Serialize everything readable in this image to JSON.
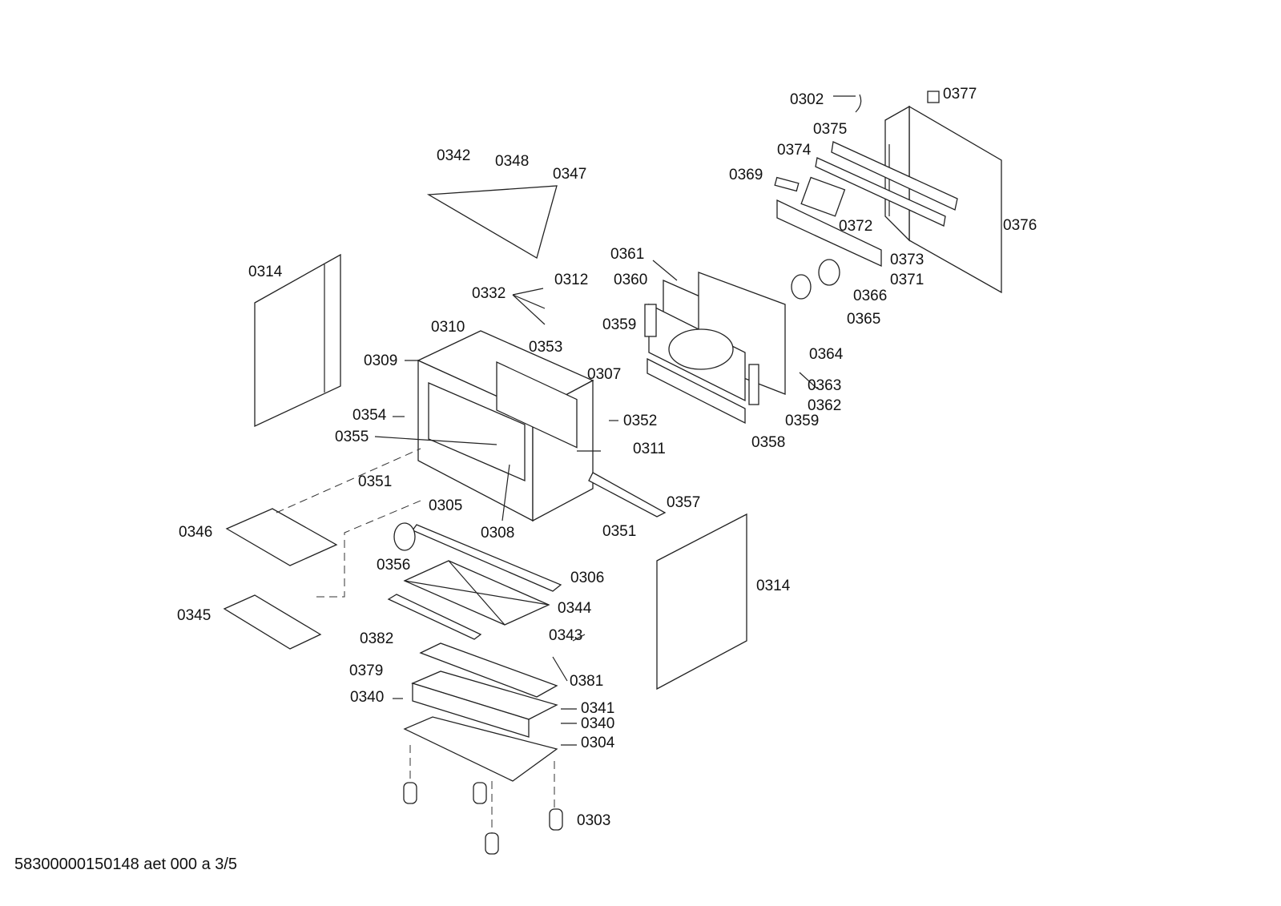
{
  "diagram": {
    "type": "exploded-parts-view",
    "subject": "oven / range cabinet assembly",
    "footer": "58300000150148 aet 000 a 3/5",
    "labels": [
      {
        "id": "0302"
      },
      {
        "id": "0377"
      },
      {
        "id": "0375"
      },
      {
        "id": "0374"
      },
      {
        "id": "0369"
      },
      {
        "id": "0372"
      },
      {
        "id": "0376"
      },
      {
        "id": "0373"
      },
      {
        "id": "0371"
      },
      {
        "id": "0366"
      },
      {
        "id": "0365"
      },
      {
        "id": "0342"
      },
      {
        "id": "0348"
      },
      {
        "id": "0347"
      },
      {
        "id": "0314a",
        "text": "0314"
      },
      {
        "id": "0361"
      },
      {
        "id": "0360"
      },
      {
        "id": "0359a",
        "text": "0359"
      },
      {
        "id": "0332"
      },
      {
        "id": "0312"
      },
      {
        "id": "0310"
      },
      {
        "id": "0309"
      },
      {
        "id": "0353"
      },
      {
        "id": "0307"
      },
      {
        "id": "0364"
      },
      {
        "id": "0363"
      },
      {
        "id": "0362"
      },
      {
        "id": "0359b",
        "text": "0359"
      },
      {
        "id": "0354"
      },
      {
        "id": "0352"
      },
      {
        "id": "0358"
      },
      {
        "id": "0355"
      },
      {
        "id": "0311"
      },
      {
        "id": "0351a",
        "text": "0351"
      },
      {
        "id": "0305"
      },
      {
        "id": "0357"
      },
      {
        "id": "0346"
      },
      {
        "id": "0308"
      },
      {
        "id": "0351b",
        "text": "0351"
      },
      {
        "id": "0356"
      },
      {
        "id": "0306"
      },
      {
        "id": "0314b",
        "text": "0314"
      },
      {
        "id": "0345"
      },
      {
        "id": "0344"
      },
      {
        "id": "0382"
      },
      {
        "id": "0343"
      },
      {
        "id": "0379"
      },
      {
        "id": "0381"
      },
      {
        "id": "0340a",
        "text": "0340"
      },
      {
        "id": "0341"
      },
      {
        "id": "0340b",
        "text": "0340"
      },
      {
        "id": "0304"
      },
      {
        "id": "0303"
      }
    ]
  },
  "text": {
    "l0302": "0302",
    "l0377": "0377",
    "l0375": "0375",
    "l0374": "0374",
    "l0369": "0369",
    "l0372": "0372",
    "l0376": "0376",
    "l0373": "0373",
    "l0371": "0371",
    "l0366": "0366",
    "l0365": "0365",
    "l0342": "0342",
    "l0348": "0348",
    "l0347": "0347",
    "l0314a": "0314",
    "l0361": "0361",
    "l0360": "0360",
    "l0359a": "0359",
    "l0332": "0332",
    "l0312": "0312",
    "l0310": "0310",
    "l0309": "0309",
    "l0353": "0353",
    "l0307": "0307",
    "l0364": "0364",
    "l0363": "0363",
    "l0362": "0362",
    "l0359b": "0359",
    "l0354": "0354",
    "l0352": "0352",
    "l0358": "0358",
    "l0355": "0355",
    "l0311": "0311",
    "l0351a": "0351",
    "l0305": "0305",
    "l0357": "0357",
    "l0346": "0346",
    "l0308": "0308",
    "l0351b": "0351",
    "l0356": "0356",
    "l0306": "0306",
    "l0314b": "0314",
    "l0345": "0345",
    "l0344": "0344",
    "l0382": "0382",
    "l0343": "0343",
    "l0379": "0379",
    "l0381": "0381",
    "l0340a": "0340",
    "l0341": "0341",
    "l0340b": "0340",
    "l0304": "0304",
    "l0303": "0303",
    "footer": "58300000150148 aet 000 a 3/5"
  }
}
